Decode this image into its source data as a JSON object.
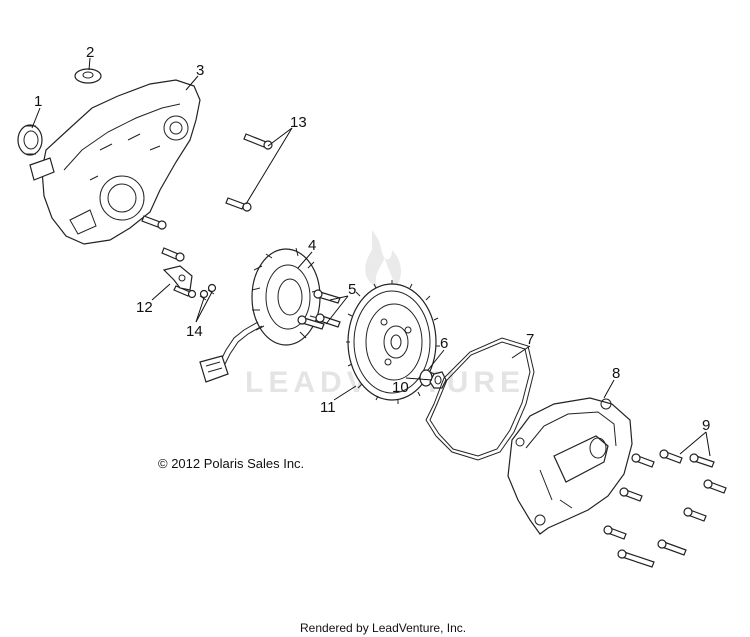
{
  "callouts": [
    "1",
    "2",
    "3",
    "4",
    "5",
    "6",
    "7",
    "8",
    "9",
    "10",
    "11",
    "12",
    "13",
    "14"
  ],
  "copyright": "© 2012 Polaris Sales Inc.",
  "rendered_by": "Rendered by LeadVenture, Inc.",
  "watermark": "LEADVENTURE",
  "colors": {
    "line": "#222222",
    "watermark": "#e4e4e4",
    "background": "#ffffff"
  }
}
